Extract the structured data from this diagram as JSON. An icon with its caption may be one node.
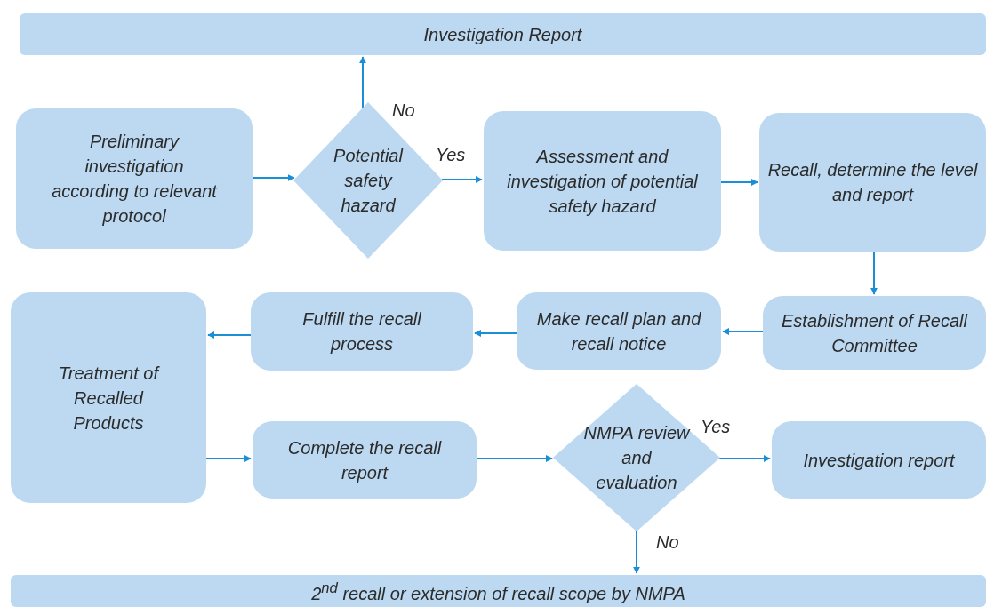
{
  "diagram": {
    "nodes": [
      {
        "text": [
          "Investigation Report"
        ]
      },
      {
        "text": [
          "Preliminary investigation according to relevant protocol"
        ]
      },
      {
        "text": [
          "Potential safety hazard"
        ]
      },
      {
        "text": [
          "Assessment and investigation of potential safety hazard"
        ]
      },
      {
        "text": [
          "Recall, determine the level and report"
        ]
      },
      {
        "text": [
          "Establishment of Recall Committee"
        ]
      },
      {
        "text": [
          "Make recall plan and recall notice"
        ]
      },
      {
        "text": [
          "Fulfill the recall process"
        ]
      },
      {
        "text": [
          "Treatment of Recalled Products"
        ]
      },
      {
        "text": [
          "Complete the recall report"
        ]
      },
      {
        "text": [
          "NMPA review and evaluation"
        ]
      },
      {
        "text": [
          "Investigation report"
        ]
      },
      {
        "text": [
          "2$^{nd}$ recall or extension of recall scope by NMPA"
        ]
      }
    ],
    "edges": [
      {
        "from": 1,
        "to": 2,
        "arrow": "to"
      },
      {
        "from": 2,
        "to": 0,
        "arrow": "to",
        "label": "No"
      },
      {
        "from": 2,
        "to": 3,
        "arrow": "to",
        "label": "Yes"
      },
      {
        "from": 3,
        "to": 4,
        "arrow": "to"
      },
      {
        "from": 4,
        "to": 5,
        "arrow": "to"
      },
      {
        "from": 5,
        "to": 6,
        "arrow": "to"
      },
      {
        "from": 6,
        "to": 7,
        "arrow": "to"
      },
      {
        "from": 7,
        "to": 8,
        "arrow": "to"
      },
      {
        "from": 8,
        "to": 9,
        "arrow": "to"
      },
      {
        "from": 9,
        "to": 10,
        "arrow": "to"
      },
      {
        "from": 10,
        "to": 11,
        "arrow": "to",
        "label": "Yes"
      },
      {
        "from": 10,
        "to": 12,
        "arrow": "to",
        "label": "No"
      }
    ]
  }
}
